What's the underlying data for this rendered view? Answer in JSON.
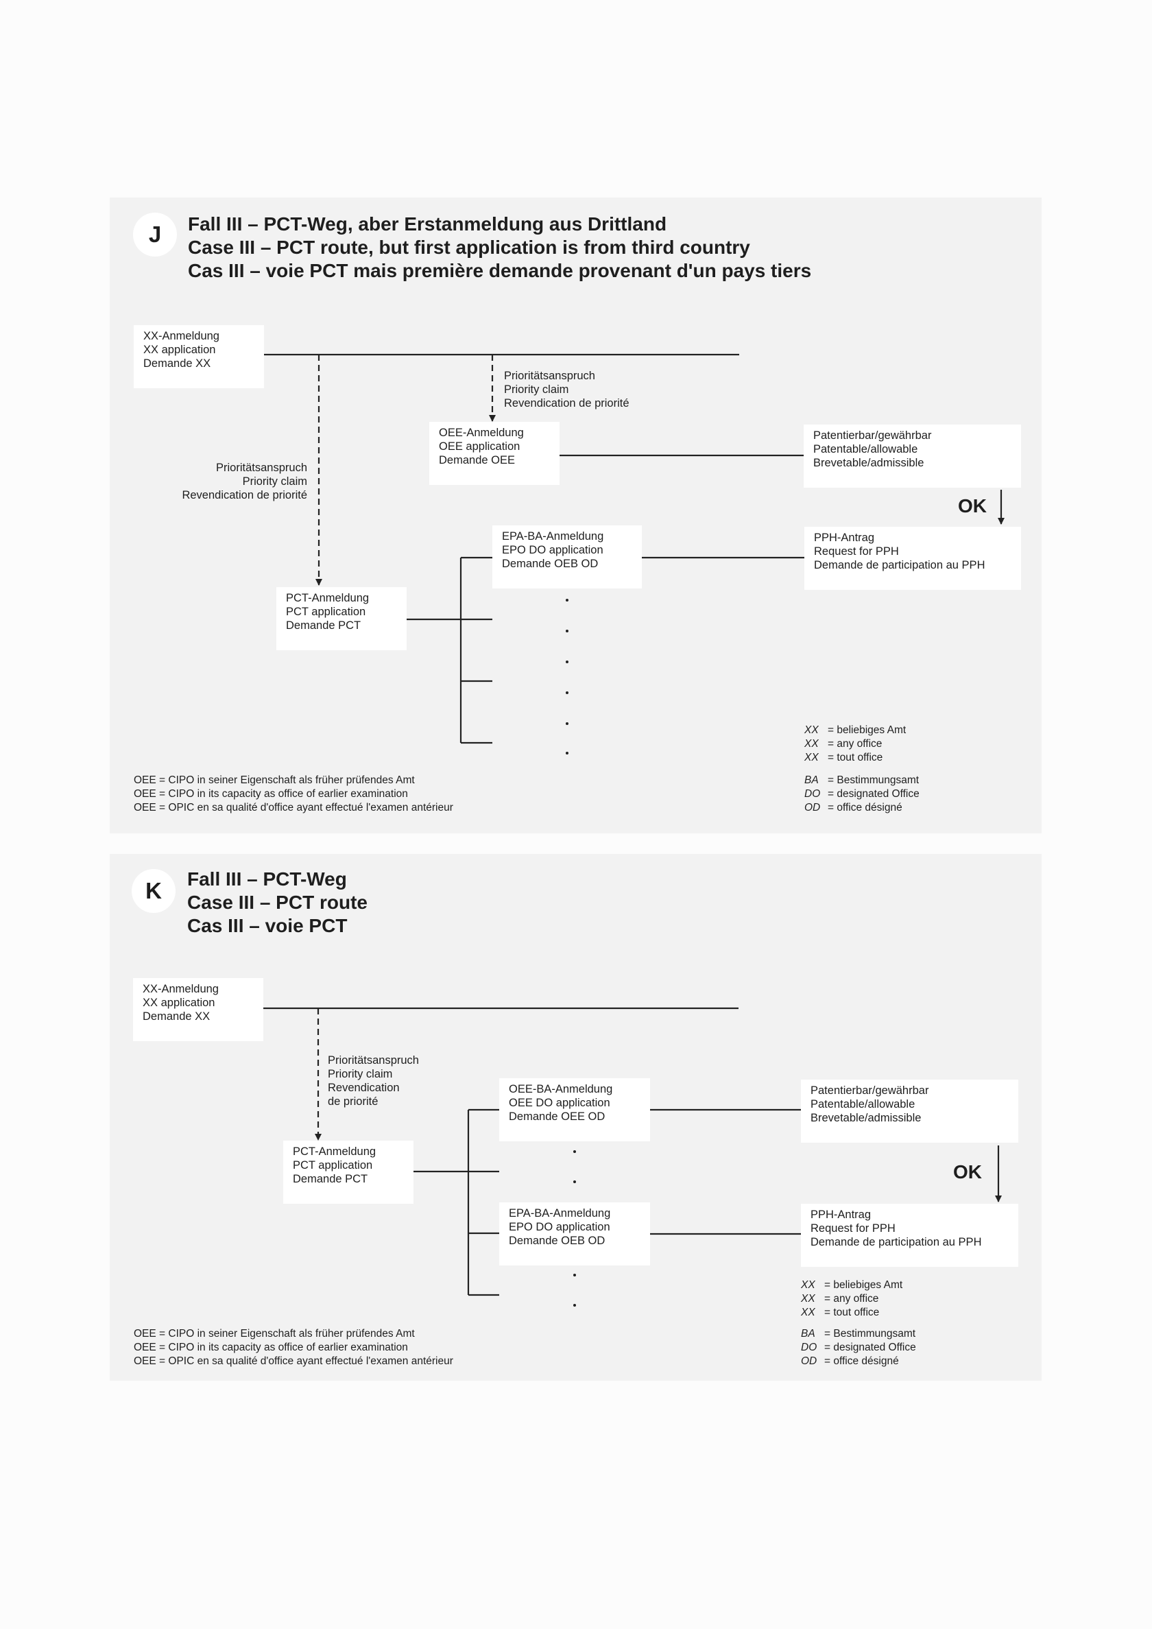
{
  "diagram_j": {
    "badge": "J",
    "title": [
      "Fall III – PCT-Weg, aber Erstanmeldung aus Drittland",
      "Case III – PCT route, but first application is from third country",
      "Cas III – voie PCT mais première demande provenant d'un pays tiers"
    ],
    "xx_box": [
      "XX-Anmeldung",
      "XX application",
      "Demande XX"
    ],
    "priority_claim_top": [
      "Prioritätsanspruch",
      "Priority claim",
      "Revendication de priorité"
    ],
    "priority_claim_left": [
      "Prioritätsanspruch",
      "Priority claim",
      "Revendication de priorité"
    ],
    "oee_box": [
      "OEE-Anmeldung",
      "OEE application",
      "Demande OEE"
    ],
    "patentable_box": [
      "Patentierbar/gewährbar",
      "Patentable/allowable",
      "Brevetable/admissible"
    ],
    "ok": "OK",
    "epa_box": [
      "EPA-BA-Anmeldung",
      "EPO DO application",
      "Demande OEB OD"
    ],
    "pph_box": [
      "PPH-Antrag",
      "Request for PPH",
      "Demande de participation au PPH"
    ],
    "pct_box": [
      "PCT-Anmeldung",
      "PCT application",
      "Demande PCT"
    ],
    "legend_xx": [
      [
        "XX",
        "= beliebiges Amt"
      ],
      [
        "XX",
        "= any office"
      ],
      [
        "XX",
        "= tout office"
      ]
    ],
    "legend_ba": [
      [
        "BA",
        "= Bestimmungsamt"
      ],
      [
        "DO",
        "= designated Office"
      ],
      [
        "OD",
        "= office désigné"
      ]
    ],
    "footnote": [
      "OEE = CIPO in seiner Eigenschaft als früher prüfendes Amt",
      "OEE = CIPO in its capacity as office of earlier examination",
      "OEE = OPIC en sa qualité d'office ayant effectué l'examen antérieur"
    ]
  },
  "diagram_k": {
    "badge": "K",
    "title": [
      "Fall III – PCT-Weg",
      "Case III – PCT route",
      "Cas III – voie PCT"
    ],
    "xx_box": [
      "XX-Anmeldung",
      "XX application",
      "Demande XX"
    ],
    "priority_claim": [
      "Prioritätsanspruch",
      "Priority claim",
      "Revendication",
      "de priorité"
    ],
    "oee_ba_box": [
      "OEE-BA-Anmeldung",
      "OEE DO application",
      "Demande OEE OD"
    ],
    "patentable_box": [
      "Patentierbar/gewährbar",
      "Patentable/allowable",
      "Brevetable/admissible"
    ],
    "ok": "OK",
    "pct_box": [
      "PCT-Anmeldung",
      "PCT application",
      "Demande PCT"
    ],
    "epa_box": [
      "EPA-BA-Anmeldung",
      "EPO DO application",
      "Demande OEB OD"
    ],
    "pph_box": [
      "PPH-Antrag",
      "Request for PPH",
      "Demande de participation au PPH"
    ],
    "legend_xx": [
      [
        "XX",
        "= beliebiges Amt"
      ],
      [
        "XX",
        "= any office"
      ],
      [
        "XX",
        "= tout office"
      ]
    ],
    "legend_ba": [
      [
        "BA",
        "= Bestimmungsamt"
      ],
      [
        "DO",
        "= designated Office"
      ],
      [
        "OD",
        "= office désigné"
      ]
    ],
    "footnote": [
      "OEE = CIPO in seiner Eigenschaft als früher prüfendes Amt",
      "OEE = CIPO in its capacity as office of earlier examination",
      "OEE = OPIC en sa qualité d'office ayant effectué l'examen antérieur"
    ]
  }
}
